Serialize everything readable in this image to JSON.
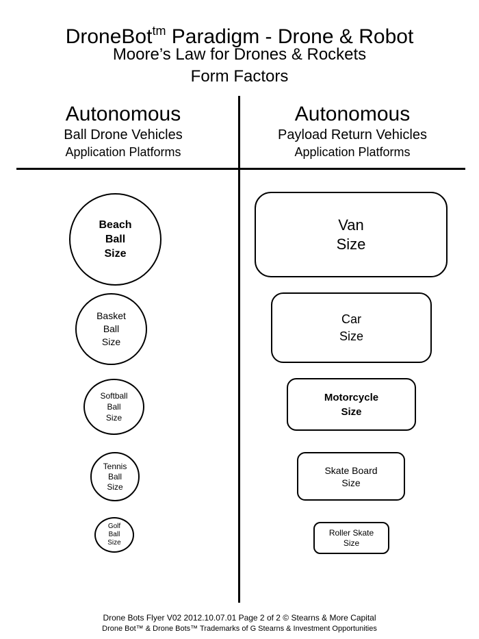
{
  "header": {
    "title": "DroneBot",
    "title_tm": "tm",
    "title_rest": " Paradigm - Drone & Robot",
    "subtitle": "Moore’s Law for Drones & Rockets",
    "subtitle2": "Form Factors"
  },
  "left_column": {
    "heading": "Autonomous",
    "subheading": "Ball Drone Vehicles",
    "caption": "Application Platforms",
    "items": [
      {
        "label": "Beach\nBall\nSize"
      },
      {
        "label": "Basket\nBall\nSize"
      },
      {
        "label": "Softball\nBall\nSize"
      },
      {
        "label": "Tennis\nBall\nSize"
      },
      {
        "label": "Golf\nBall\nSize"
      }
    ]
  },
  "right_column": {
    "heading": "Autonomous",
    "subheading": "Payload Return Vehicles",
    "caption": "Application Platforms",
    "items": [
      {
        "label": "Van\nSize"
      },
      {
        "label": "Car\nSize"
      },
      {
        "label": "Motorcycle\nSize"
      },
      {
        "label": "Skate Board\nSize"
      },
      {
        "label": "Roller Skate\nSize"
      }
    ]
  },
  "footer": {
    "line1": "Drone Bots Flyer V02 2012.10.07.01 Page 2 of 2 © Stearns & More Capital",
    "line2": "Drone Bot™ & Drone Bots™ Trademarks of G Stearns & Investment Opportunities"
  }
}
